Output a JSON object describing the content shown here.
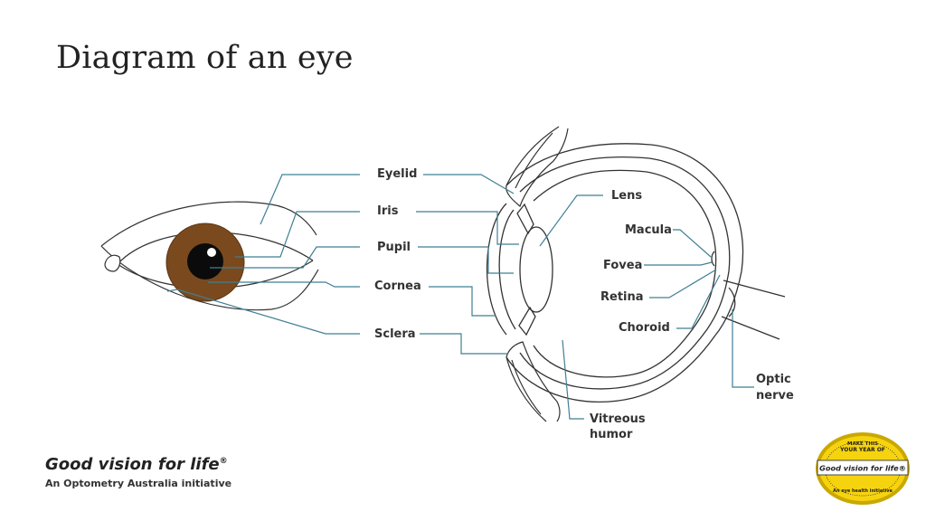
{
  "title": "Diagram of an eye",
  "labels": {
    "eyelid": "Eyelid",
    "iris": "Iris",
    "pupil": "Pupil",
    "cornea": "Cornea",
    "sclera": "Sclera",
    "lens": "Lens",
    "macula": "Macula",
    "fovea": "Fovea",
    "retina": "Retina",
    "choroid": "Choroid",
    "optic_nerve_1": "Optic",
    "optic_nerve_2": "nerve",
    "vitreous_1": "Vitreous",
    "vitreous_2": "humor"
  },
  "brand": {
    "name": "Good vision for life",
    "mark": "®",
    "subtitle": "An Optometry Australia initiative"
  },
  "badge": {
    "top_line1": "MAKE THIS",
    "top_line2": "YOUR YEAR OF",
    "center": "Good vision for life®",
    "bottom": "An eye health initiative"
  },
  "colors": {
    "leader_line": "#3f7f95",
    "outline": "#333333",
    "iris": "#7a4a1e",
    "badge_fill": "#f6d30f",
    "badge_ring": "#c9a800"
  }
}
